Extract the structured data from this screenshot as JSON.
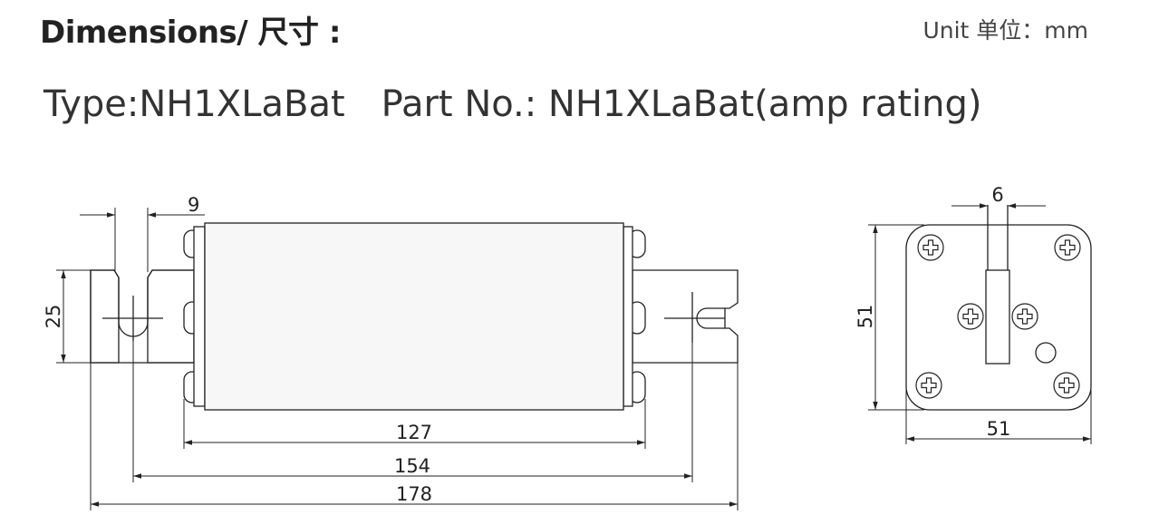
{
  "header": {
    "title": "Dimensions/ 尺寸 :",
    "unit": "Unit 单位：mm"
  },
  "type_line": {
    "type": "Type:NH1XLaBat",
    "part_no": "Part No.: NH1XLaBat(amp rating)"
  },
  "side_view": {
    "dims": {
      "blade_width": "9",
      "blade_height": "25",
      "body_length": "127",
      "hole_pitch": "154",
      "overall_length": "178"
    }
  },
  "end_view": {
    "dims": {
      "indicator_width": "6",
      "height": "51",
      "width": "51"
    }
  },
  "colors": {
    "line": "#222222",
    "body_fill": "#f7f7f7"
  }
}
